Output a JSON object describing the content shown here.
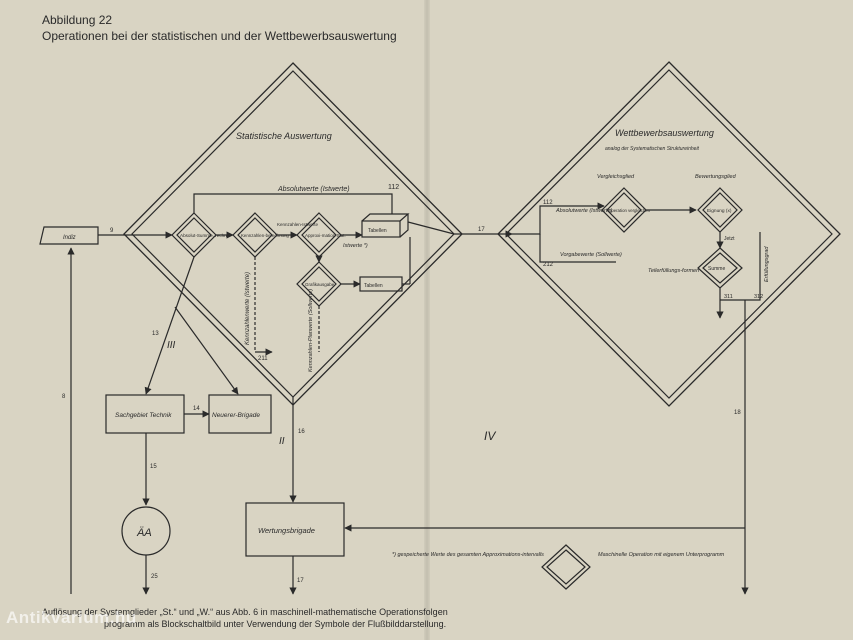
{
  "header": {
    "figure_label": "Abbildung 22",
    "caption": "Operationen bei der statistischen und der Wettbewerbsauswertung"
  },
  "left_diamond": {
    "title": "Statistische Auswertung",
    "top_label": "Absolutwerte (Istwerte)",
    "corner_number": "112",
    "start_box": "Absolut-Summe. rechn.",
    "kennzahl_box": "Kennzahlen-berechnung",
    "kennzahl_out": "Kennzahlen-Istwerte",
    "approx_box": "Approxi-mation Stat.",
    "tabellen_1": "Tabellen",
    "tabellen_note": "Istwerte *)",
    "grafik_box": "Grafikausgabe",
    "tabellen_2": "Tabellen",
    "vertical_label": "Kennzahlenwerte (Istwerte)",
    "number_211": "211",
    "bottom_label": "Kennzahlen-Planwerte (Sollwerte)"
  },
  "right_diamond": {
    "title": "Wettbewerbsauswertung",
    "subtitle": "analog der Systematischen Struktureinheit",
    "col_vergleich": "Vergleichsglied",
    "col_bewertung": "Bewertungsglied",
    "label_112": "112",
    "absolut_label": "Absolutwerte (Istwerte)",
    "vergleich_box": "Operation vergleichen",
    "eignung_box": "Eignung (x)",
    "vorgabe_label": "Vorgabewerte (Sollwerte)",
    "label_212": "212",
    "teilerfuellung": "Teilerfüllungs-formen",
    "jetzt_label": "Jetzt",
    "summe_box": "Summe",
    "erfuellung_label": "Erfüllungsgrad",
    "num_311": "311",
    "num_312": "312",
    "num_18": "18"
  },
  "entry": {
    "input_box": "Indiz",
    "flow_9": "9",
    "flow_17": "17",
    "return_8": "8"
  },
  "lower_left": {
    "flow_13": "13",
    "roman_III": "III",
    "sachgebiet_box": "Sachgebiet Technik",
    "flow_14": "14",
    "neuerer_box": "Neuerer-Brigade",
    "flow_15": "15",
    "circle_label": "ÄA",
    "flow_25": "25"
  },
  "lower_center": {
    "flow_16": "16",
    "roman_II": "II",
    "wertung_box": "Wertungsbrigade",
    "out_17": "17",
    "roman_IV": "IV"
  },
  "legend": {
    "footnote": "*) gespeicherte Werte des gesamten Approximations-intervalls",
    "symbol_text": "Maschinelle Operation mit eigenem Unterprogramm"
  },
  "footer": {
    "line1": "Auflösung der Systemglieder „St.“ und „W.“ aus Abb. 6 in maschinell-mathematische Operationsfolgen",
    "line2": "programm als Blockschaltbild unter Verwendung der Symbole der Flußbilddarstellung."
  },
  "watermark": "Antikvarium.hu"
}
